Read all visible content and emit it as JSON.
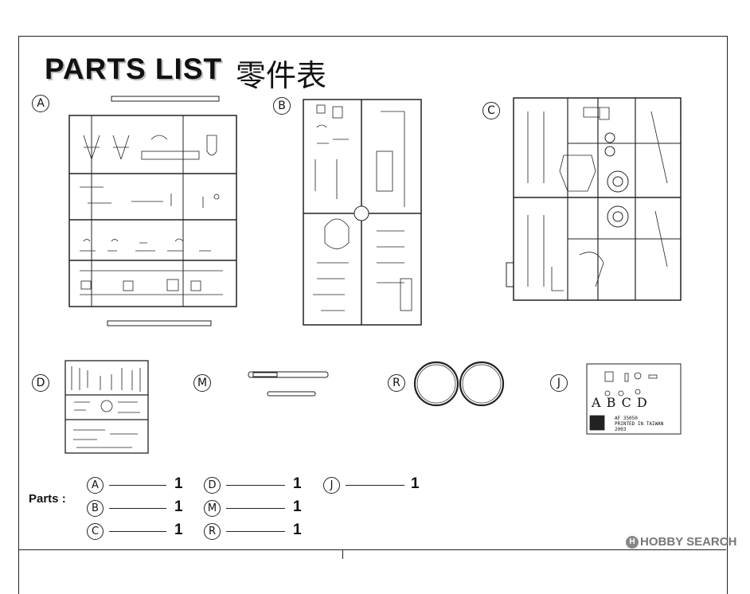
{
  "title": {
    "en": "PARTS LIST",
    "cn": "零件表"
  },
  "sprues": [
    {
      "id": "A"
    },
    {
      "id": "B"
    },
    {
      "id": "C"
    },
    {
      "id": "D"
    },
    {
      "id": "M"
    },
    {
      "id": "R"
    },
    {
      "id": "J"
    }
  ],
  "decal": {
    "code": "AF 35050",
    "printed": "PRINTED IN TAIWAN",
    "year": "2003",
    "letters": [
      "A",
      "B",
      "C",
      "D"
    ]
  },
  "parts": {
    "label": "Parts :",
    "rows": [
      {
        "id": "A",
        "qty": "1"
      },
      {
        "id": "B",
        "qty": "1"
      },
      {
        "id": "C",
        "qty": "1"
      },
      {
        "id": "D",
        "qty": "1"
      },
      {
        "id": "M",
        "qty": "1"
      },
      {
        "id": "R",
        "qty": "1"
      },
      {
        "id": "J",
        "qty": "1"
      }
    ]
  },
  "watermark": {
    "text": "HOBBY SEARCH",
    "logo": "hobby-search-logo"
  }
}
